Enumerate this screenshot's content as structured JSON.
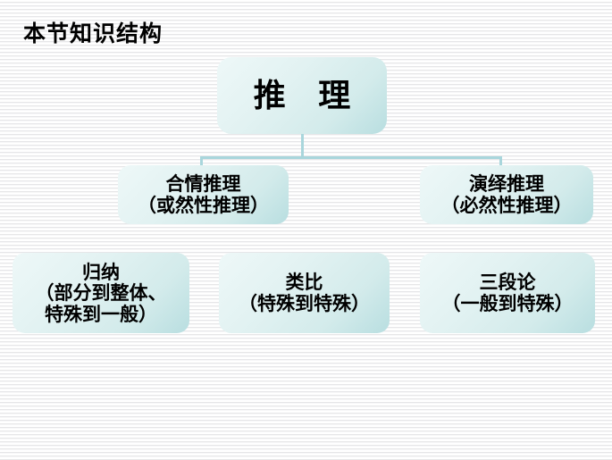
{
  "slide": {
    "title": "本节知识结构",
    "background_color": "#fdfdfd",
    "stripe_color": "#e6e6e8"
  },
  "theme": {
    "node_fill_light": "#eef8f8",
    "node_fill_dark": "#b8dee0",
    "connector_color": "#a9d6dc",
    "text_color": "#000000"
  },
  "diagram": {
    "root": {
      "label": "推 理"
    },
    "level2": [
      {
        "line1": "合情推理",
        "line2": "（或然性推理）"
      },
      {
        "line1": "演绎推理",
        "line2": "（必然性推理）"
      }
    ],
    "level3": [
      {
        "line1": "归纳",
        "line2": "（部分到整体、",
        "line3": "特殊到一般）"
      },
      {
        "line1": "类比",
        "line2": "（特殊到特殊）",
        "line3": ""
      },
      {
        "line1": "三段论",
        "line2": "（一般到特殊）",
        "line3": ""
      }
    ]
  }
}
